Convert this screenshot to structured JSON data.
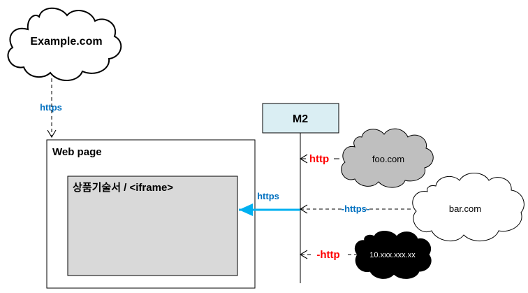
{
  "nodes": {
    "example_cloud": {
      "label": "Example.com"
    },
    "web_page": {
      "label": "Web page"
    },
    "iframe_box": {
      "label": "상품기술서 / <iframe>"
    },
    "m2_box": {
      "label": "M2"
    },
    "foo_cloud": {
      "label": "foo.com"
    },
    "bar_cloud": {
      "label": "bar.com"
    },
    "ip_cloud": {
      "label": "10.xxx.xxx.xx"
    }
  },
  "edges": {
    "example_to_webpage": {
      "label": "https"
    },
    "m2_to_iframe": {
      "label": "https"
    },
    "foo_to_m2": {
      "label": "http"
    },
    "bar_to_m2": {
      "label": "-https-"
    },
    "ip_to_m2": {
      "label": "-http"
    }
  },
  "colors": {
    "https_label": "#0070c0",
    "http_label": "#ff0000",
    "arrow_blue": "#00b0f0",
    "m2_fill": "#daeef3",
    "iframe_fill": "#d9d9d9",
    "gray_cloud": "#bfbfbf",
    "dark_cloud": "#000000"
  }
}
